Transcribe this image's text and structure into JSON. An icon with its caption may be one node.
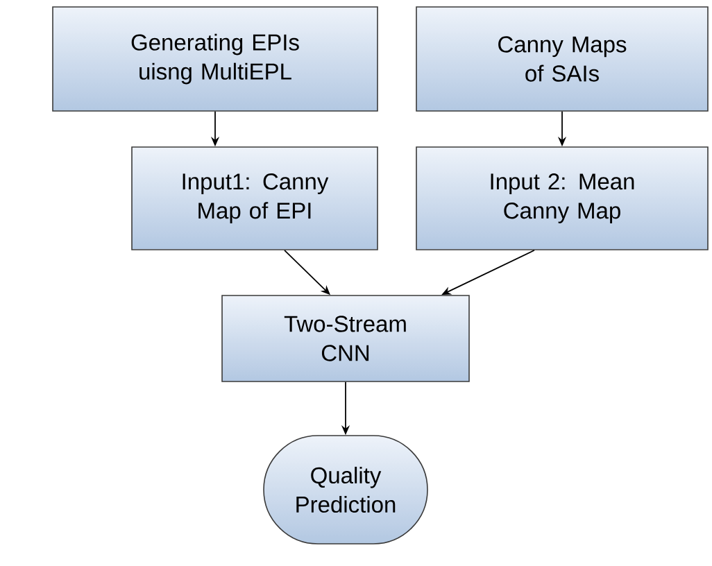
{
  "diagram": {
    "nodes": [
      {
        "text": [
          "Generating EPIs uisng MultiEPL"
        ]
      },
      {
        "text": [
          "Canny Maps of SAIs"
        ]
      },
      {
        "text": [
          "Input1: Canny Map of EPI"
        ]
      },
      {
        "text": [
          "Input 2: Mean Canny Map"
        ]
      },
      {
        "text": [
          "Two-Stream CNN"
        ]
      },
      {
        "text": [
          "Quality Prediction"
        ]
      }
    ],
    "edges": [
      {
        "from": 0,
        "to": 2,
        "arrow": "to"
      },
      {
        "from": 1,
        "to": 3,
        "arrow": "to"
      },
      {
        "from": 2,
        "to": 4,
        "arrow": "to"
      },
      {
        "from": 3,
        "to": 4,
        "arrow": "to"
      },
      {
        "from": 4,
        "to": 5,
        "arrow": "to"
      }
    ]
  }
}
